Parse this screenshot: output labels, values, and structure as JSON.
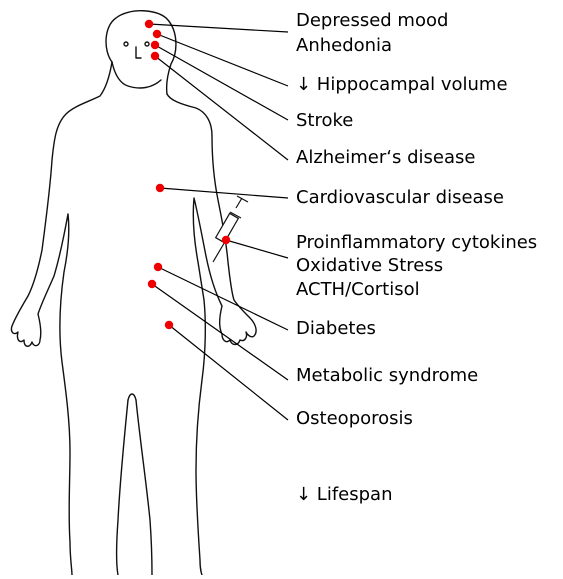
{
  "labels": {
    "depressed_mood": "Depressed mood",
    "anhedonia": "Anhedonia",
    "hippocampal_volume": "↓ Hippocampal volume",
    "stroke": "Stroke",
    "alzheimers": "Alzheimer‘s disease",
    "cardiovascular": "Cardiovascular disease",
    "proinflammatory": "Proinflammatory cytokines",
    "oxidative_stress": "Oxidative Stress",
    "acth_cortisol": "ACTH/Cortisol",
    "diabetes": "Diabetes",
    "metabolic_syndrome": "Metabolic syndrome",
    "osteoporosis": "Osteoporosis",
    "lifespan": "↓ Lifespan"
  },
  "colors": {
    "marker": "#ee0000",
    "line": "#000000",
    "outline": "#111111"
  }
}
